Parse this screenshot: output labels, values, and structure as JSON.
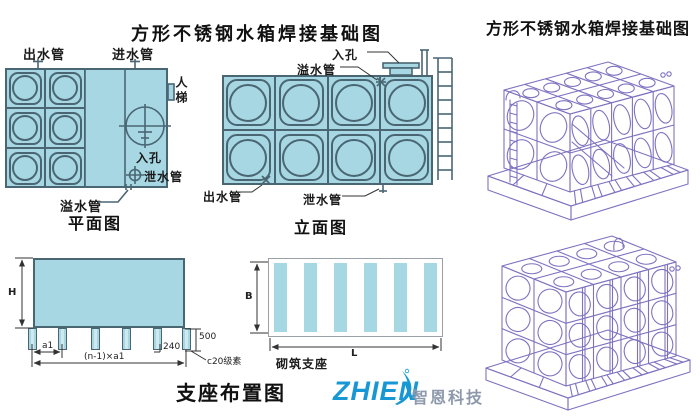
{
  "title_left": "方形不锈钢水箱焊接基础图",
  "title_right": "方形不锈钢水箱焊接基础图",
  "plan": {
    "caption": "平面图",
    "outlet": "出水管",
    "inlet": "进水管",
    "ladder": "人梯",
    "manhole": "入孔",
    "drain": "泄水管",
    "overflow": "溢水管"
  },
  "elevation": {
    "caption": "立面图",
    "manhole": "入孔",
    "overflow": "溢水管",
    "outlet": "出水管",
    "drain": "泄水管"
  },
  "support": {
    "caption": "支座布置图",
    "height": "H",
    "a1": "a1",
    "span": "(n-1)×a1",
    "d240": "240",
    "d500": "500",
    "concrete": "c20级素"
  },
  "masonry": {
    "b": "B",
    "l": "L",
    "label": "砌筑支座"
  },
  "logo": {
    "brand": "ZHIEN",
    "company": "智恩科技"
  },
  "colors": {
    "tank_fill": "#a6d7e3",
    "outline": "#4a6673",
    "dimension": "#333333",
    "wireframe": "#7e72c0",
    "stripe": "#a5d8e2",
    "masonry_border": "#9aa0a6",
    "logo_blue": "#1798d4",
    "logo_gray": "#8e9aac",
    "background": "#ffffff"
  }
}
